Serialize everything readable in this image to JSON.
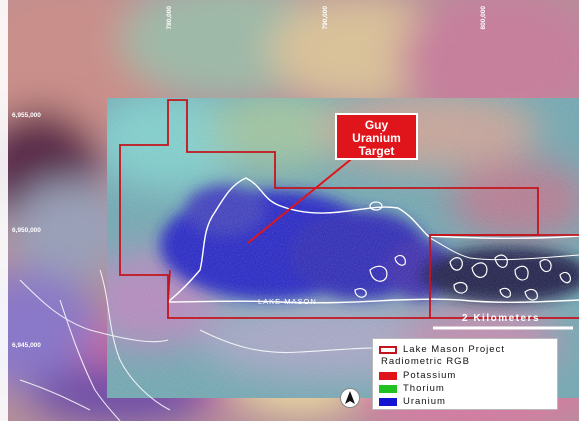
{
  "map": {
    "place_label": "LAKE MASON",
    "target_callout": [
      "Guy",
      "Uranium",
      "Target"
    ],
    "scale_label": "2 Kilometers",
    "grid_northings": [
      "6,955,000",
      "6,950,000",
      "6,945,000"
    ],
    "grid_eastings": [
      "780,000",
      "790,000",
      "800,000"
    ],
    "colors": {
      "project_outline": "#c4141c",
      "potassium": "#e0141b",
      "thorium": "#1fc21f",
      "uranium": "#1414d0",
      "lake_outline": "#ffffff"
    }
  },
  "legend": {
    "project": "Lake Mason Project",
    "title": "Radiometric RGB",
    "items": [
      {
        "label": "Potassium",
        "color": "#e0141b"
      },
      {
        "label": "Thorium",
        "color": "#1fc21f"
      },
      {
        "label": "Uranium",
        "color": "#1414d0"
      }
    ]
  },
  "icons": {
    "north_arrow": "north-arrow-icon"
  }
}
